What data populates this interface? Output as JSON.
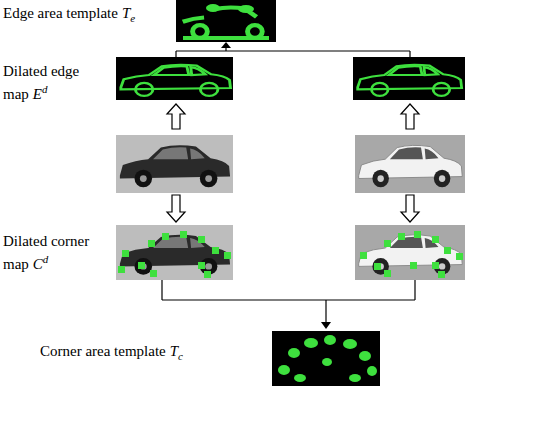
{
  "diagram": {
    "labels": [
      "Edge area template",
      "T",
      "e",
      "Dilated edge map",
      "E",
      "d",
      "Dilated corner map",
      "C",
      "d",
      "Corner area template",
      "T",
      "c"
    ]
  }
}
